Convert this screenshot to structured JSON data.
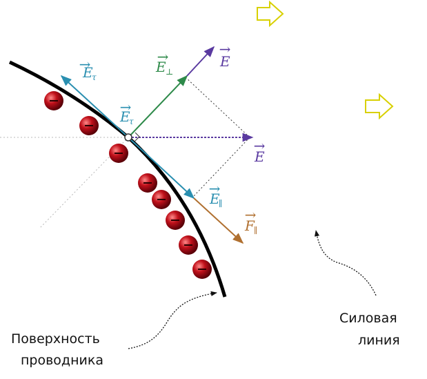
{
  "labels": {
    "E_tangent_top": {
      "main": "E",
      "sub": "τ"
    },
    "E_perp": {
      "main": "E",
      "sub": "⊥"
    },
    "E_top": {
      "main": "E"
    },
    "E_tangent_center": {
      "main": "E",
      "sub": "τ"
    },
    "E_right": {
      "main": "E"
    },
    "E_parallel": {
      "main": "E",
      "sub": "∥"
    },
    "F_parallel": {
      "main": "F",
      "sub": "∥"
    }
  },
  "captions": {
    "surface_line1": "Поверхность",
    "surface_line2": "проводника",
    "field_line1": "Силовая",
    "field_line2": "линия"
  },
  "colors": {
    "conductor": "#000000",
    "charge": "#c0101a",
    "E_color": "#5a3aa0",
    "E_perp_color": "#2e8a4a",
    "E_tangent_color": "#2a8fb0",
    "F_color": "#b07030",
    "nav_arrow": "#e8e000"
  },
  "icons": {
    "nav_top": "right-arrow-icon",
    "nav_middle": "right-arrow-icon"
  }
}
